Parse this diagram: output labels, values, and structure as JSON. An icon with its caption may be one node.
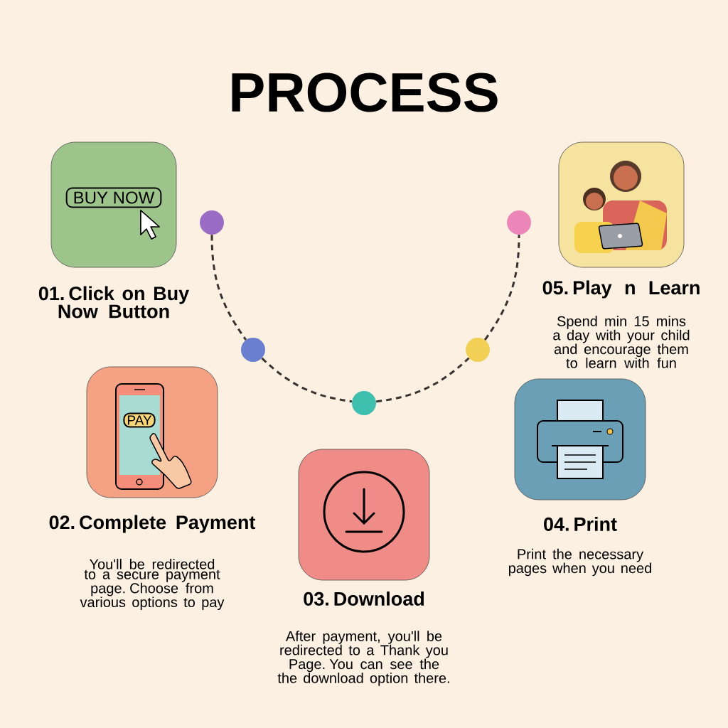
{
  "diagram": {
    "title": "PROCESS",
    "nodes": [
      {
        "text": [
          "01. Click on Buy Now Button"
        ]
      },
      {
        "text": [
          "BUY NOW"
        ],
        "in": 0
      },
      {
        "text": [
          "05. Play n Learn",
          "Spend min 15 mins a day with your child and encourage them to learn with fun"
        ]
      },
      {
        "text": [
          "02. Complete Payment",
          "You'll be redirected to a secure payment page. Choose from various options to pay"
        ]
      },
      {
        "text": [
          "PAY"
        ],
        "in": 3
      },
      {
        "text": [
          "04. Print",
          "Print the necessary pages when you need"
        ]
      },
      {
        "text": [
          "03. Download",
          "After payment, you'll be redirected to a Thank you Page. You can see the the download option there."
        ]
      },
      {
        "text": [],
        "shape": "circle"
      },
      {
        "text": [],
        "shape": "circle"
      },
      {
        "text": [],
        "shape": "circle"
      },
      {
        "text": [],
        "shape": "circle"
      },
      {
        "text": [],
        "shape": "circle"
      }
    ],
    "edges": [
      {
        "from": 7,
        "to": 8,
        "arrow": "none",
        "style": "dashed"
      },
      {
        "from": 8,
        "to": 9,
        "arrow": "none",
        "style": "dashed"
      },
      {
        "from": 9,
        "to": 10,
        "arrow": "none",
        "style": "dashed"
      },
      {
        "from": 10,
        "to": 11,
        "arrow": "none",
        "style": "dashed"
      }
    ]
  }
}
